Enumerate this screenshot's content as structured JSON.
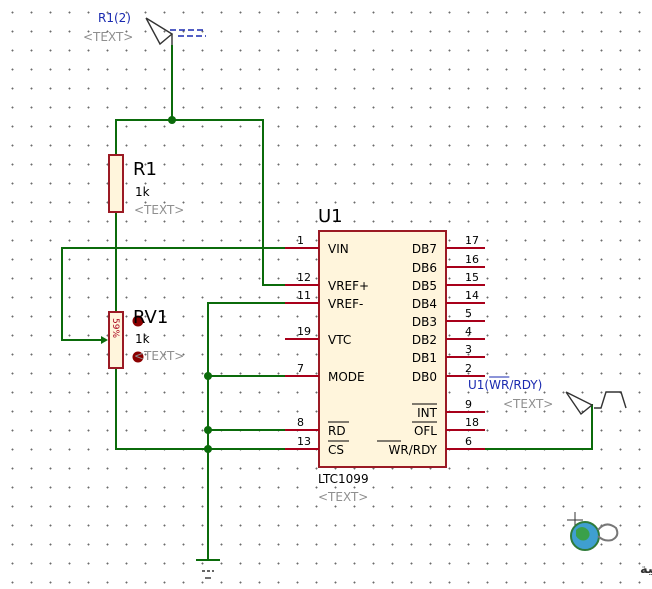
{
  "terminals": {
    "top": {
      "name": "R1(2)",
      "text": "<TEXT>"
    },
    "right": {
      "name_prefix": "U1(",
      "name_over": "WR",
      "name_slash": "/",
      "name_rest": "RDY)",
      "text": "<TEXT>"
    }
  },
  "r1": {
    "ref": "R1",
    "value": "1k",
    "text": "<TEXT>"
  },
  "rv1": {
    "ref": "RV1",
    "value": "1k",
    "text": "<TEXT>",
    "wiper": "59%"
  },
  "u1": {
    "ref": "U1",
    "part": "LTC1099",
    "text": "<TEXT>",
    "left_pins": [
      {
        "num": "1",
        "label": "VIN"
      },
      {
        "num": "12",
        "label": "VREF+"
      },
      {
        "num": "11",
        "label": "VREF-"
      },
      {
        "num": "19",
        "label": "VTC"
      },
      {
        "num": "7",
        "label": "MODE"
      },
      {
        "num": "8",
        "label": "RD"
      },
      {
        "num": "13",
        "label": "CS"
      }
    ],
    "right_pins": [
      {
        "num": "17",
        "label": "DB7"
      },
      {
        "num": "16",
        "label": "DB6"
      },
      {
        "num": "15",
        "label": "DB5"
      },
      {
        "num": "14",
        "label": "DB4"
      },
      {
        "num": "5",
        "label": "DB3"
      },
      {
        "num": "4",
        "label": "DB2"
      },
      {
        "num": "3",
        "label": "DB1"
      },
      {
        "num": "2",
        "label": "DB0"
      },
      {
        "num": "9",
        "label": "INT"
      },
      {
        "num": "18",
        "label": "OFL"
      },
      {
        "num": "6",
        "label": "WR/RDY"
      }
    ]
  },
  "logo": {
    "text": "القرية الالكترونية"
  },
  "colors": {
    "wire": "#0b6b0b",
    "pin": "#a8001a",
    "body_fill": "#fff5dc",
    "terminal_label": "#1a2ab0"
  }
}
